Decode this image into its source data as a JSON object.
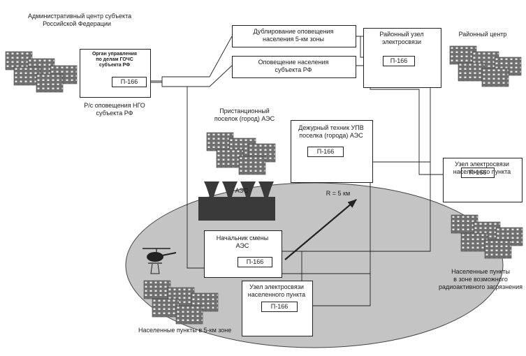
{
  "labels": {
    "admin_center": "Административный центр субъекта\nРоссийской Федерации",
    "admin_body": "Орган управления\nпо делам ГОЧС\nсубъекта РФ",
    "rs_notification": "Р/с оповещения НГО\nсубъекта РФ",
    "duplication": "Дублирование оповещения\nнаселения 5-км зоны",
    "notification_rf": "Оповещение населения\nсубъекта РФ",
    "district_node": "Районный узел\nэлектросвязи",
    "district_center": "Районный центр",
    "station_settlement": "Пристанционный\nпоселок (город) АЭС",
    "duty_technician": "Дежурный техник УПВ\nпоселка (города) АЭС",
    "settlement_node_right": "Узел электросвязи\nнаселенного пункта",
    "nps": "АЭС",
    "radius": "R = 5 км",
    "shift_chief": "Начальник смены\nАЭС",
    "settlement_node_inner": "Узел электросвязи\nнаселенного пункта",
    "settlements_5km": "Населенные пункты в 5-км зоне",
    "settlements_contamination": "Населенные пункты\nв зоне возможного\nрадиоактивного загрязнения",
    "device": "П-166"
  },
  "icons": [
    "building-cluster-icon",
    "antenna-icon",
    "loudspeaker-icon",
    "helicopter-icon",
    "power-plant-icon",
    "arrow-icon"
  ],
  "colors": {
    "line": "#222222",
    "zone": "#c4c4c4",
    "building": "#6f6f6f"
  }
}
